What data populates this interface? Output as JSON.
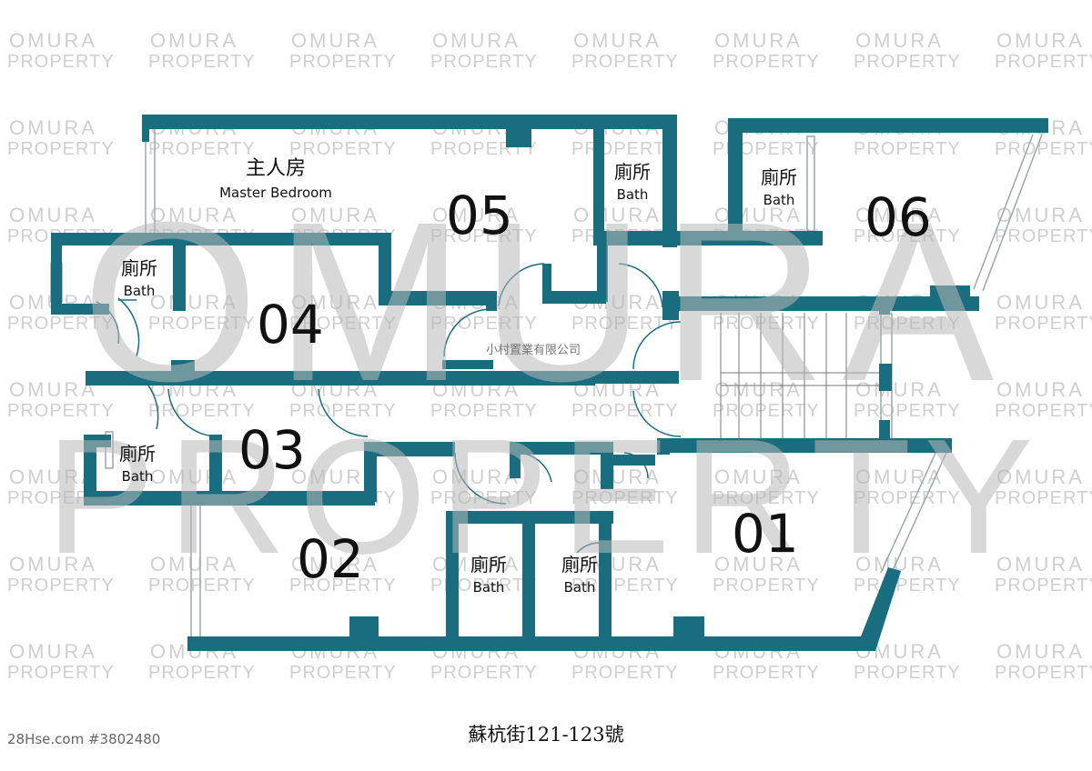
{
  "watermark": {
    "brand_line1": "OMURA",
    "brand_line2": "PROPERTY",
    "color": "#cfcfcf"
  },
  "colors": {
    "wall": "#196d7e",
    "window": "#9aa8ac",
    "text": "#111111"
  },
  "rooms": {
    "r01": "01",
    "r02": "02",
    "r03": "03",
    "r04": "04",
    "r05": "05",
    "r06": "06"
  },
  "labels": {
    "master_zh": "主人房",
    "master_en": "Master Bedroom",
    "bath_zh": "廁所",
    "bath_en": "Bath"
  },
  "agency_mid": "小村置業有限公司",
  "address": "蘇杭街121-123號",
  "listing_id": "28Hse.com #3802480"
}
